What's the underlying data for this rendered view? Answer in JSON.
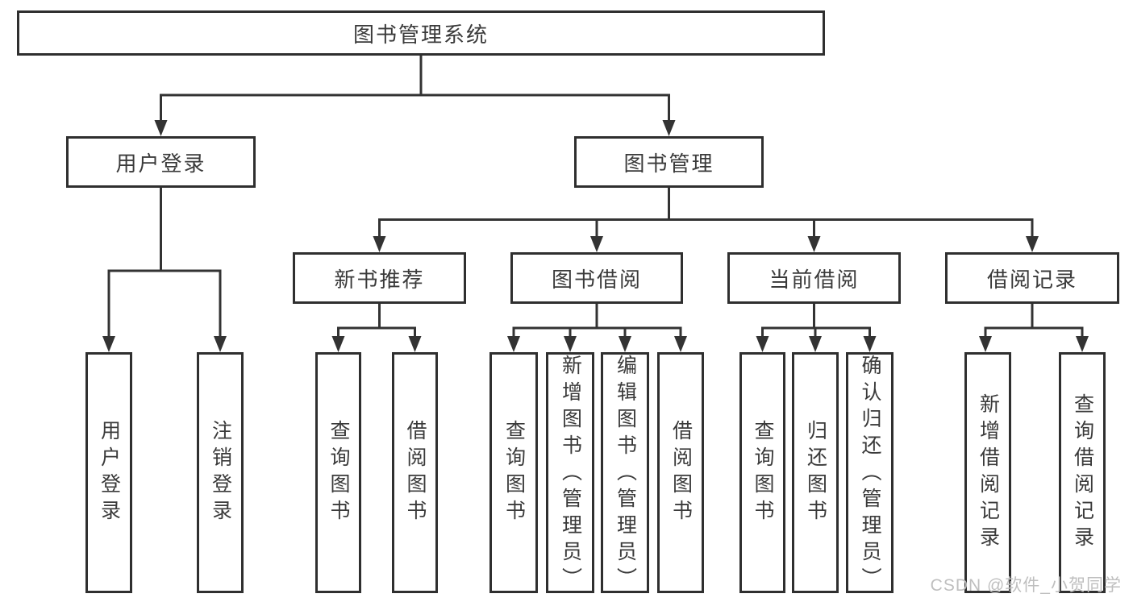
{
  "tree": {
    "root": {
      "label": "图书管理系统",
      "children": [
        {
          "label": "用户登录",
          "children": [
            {
              "label": "用户登录"
            },
            {
              "label": "注销登录"
            }
          ]
        },
        {
          "label": "图书管理",
          "children": [
            {
              "label": "新书推荐",
              "children": [
                {
                  "label": "查询图书"
                },
                {
                  "label": "借阅图书"
                }
              ]
            },
            {
              "label": "图书借阅",
              "children": [
                {
                  "label": "查询图书"
                },
                {
                  "label": "新增图书（管理员）"
                },
                {
                  "label": "编辑图书（管理员）"
                },
                {
                  "label": "借阅图书"
                }
              ]
            },
            {
              "label": "当前借阅",
              "children": [
                {
                  "label": "查询图书"
                },
                {
                  "label": "归还图书"
                },
                {
                  "label": "确认归还（管理员）"
                }
              ]
            },
            {
              "label": "借阅记录",
              "children": [
                {
                  "label": "新增借阅记录"
                },
                {
                  "label": "查询借阅记录"
                }
              ]
            }
          ]
        }
      ]
    }
  },
  "watermark": {
    "text": "CSDN @软件_小贺同学"
  },
  "colors": {
    "line": "#333333",
    "box_border": "#2f2f2f",
    "text": "#3a3a3a",
    "watermark": "#bfbfbf",
    "background": "#ffffff"
  }
}
